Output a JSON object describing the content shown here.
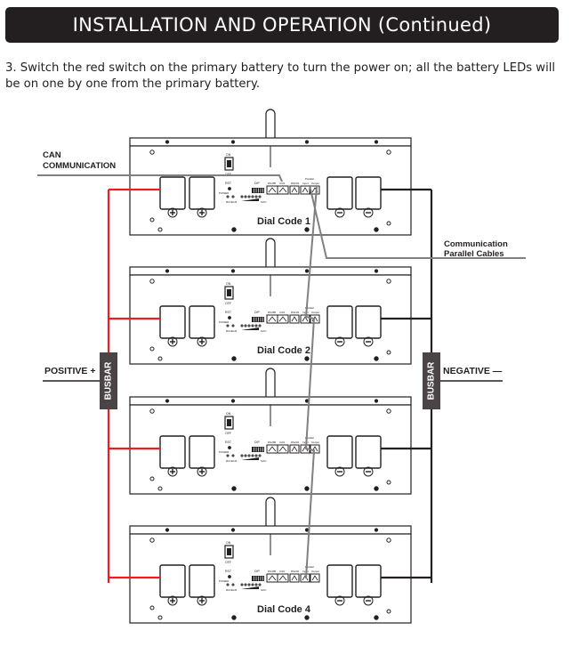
{
  "header": {
    "title": "INSTALLATION AND OPERATION (Continued)"
  },
  "step": {
    "number": "3.",
    "text": "Switch the red switch on the primary battery to turn the power on; all the battery LEDs will be on one by one from the primary battery."
  },
  "labels": {
    "can_line1": "CAN",
    "can_line2": "COMMUNICATION",
    "comm_line1": "Communication",
    "comm_line2": "Parallel Cables",
    "positive": "POSITIVE +",
    "negative": "NEGATIVE —",
    "busbar_left": "BUSBAR",
    "busbar_right": "BUSBAR"
  },
  "batteries": [
    {
      "dial_code": "Dial Code 1"
    },
    {
      "dial_code": "Dial Code 2"
    },
    {
      "dial_code": ""
    },
    {
      "dial_code": "Dial Code 4"
    }
  ],
  "panel_text": {
    "switch_on": "ON",
    "switch_off": "OFF",
    "rst": "RST",
    "dip": "DIP",
    "rs485": "RS485",
    "can": "CAN",
    "rs232": "RS232",
    "parallel": "Parallel",
    "input": "Input",
    "output": "Output",
    "run": "RUN",
    "alm": "ALM",
    "soc": "SOC",
    "power": "POWER"
  },
  "colors": {
    "header_bg": "#231f20",
    "busbar": "#4a4446",
    "red_wire": "#ed1c24",
    "black_wire": "#231f20",
    "comm_cable": "#808080"
  }
}
